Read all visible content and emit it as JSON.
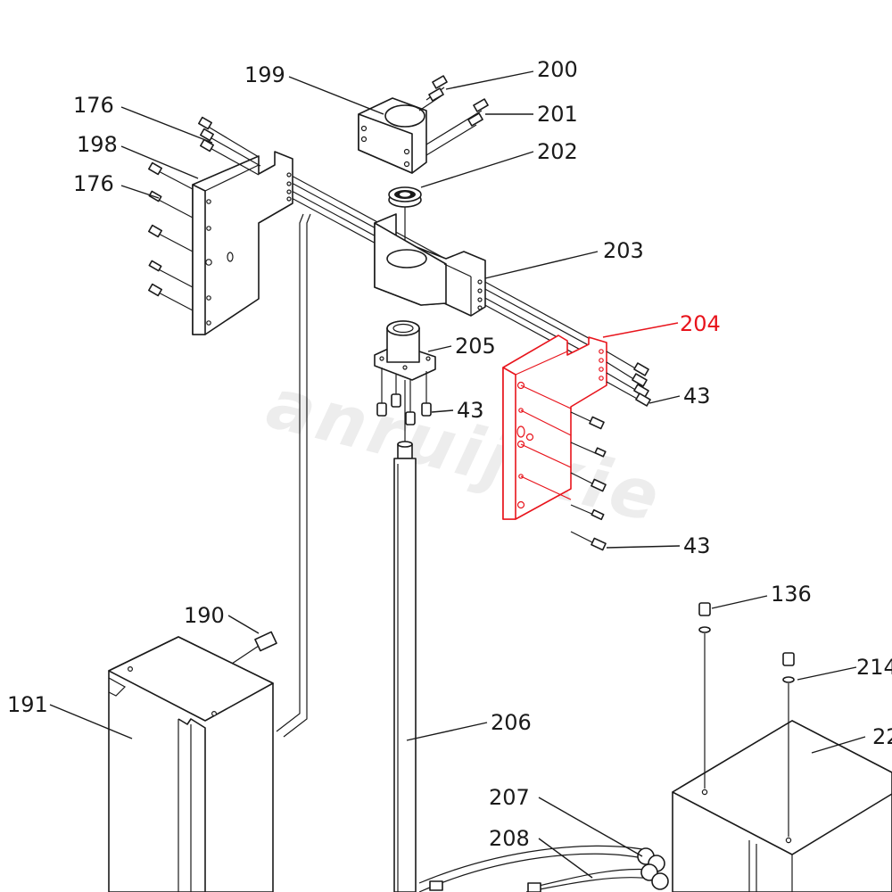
{
  "watermark": "anruijixie",
  "colors": {
    "line": "#1a1a1a",
    "highlight": "#e8141c"
  },
  "callouts": {
    "c199": "199",
    "c200": "200",
    "c201": "201",
    "c202": "202",
    "c176a": "176",
    "c198": "198",
    "c176b": "176",
    "c203": "203",
    "c204": "204",
    "c205": "205",
    "c43a": "43",
    "c43b": "43",
    "c43c": "43",
    "c136": "136",
    "c190": "190",
    "c191": "191",
    "c214": "214",
    "c22x": "22",
    "c206": "206",
    "c207": "207",
    "c208": "208"
  },
  "highlighted_part": "204"
}
